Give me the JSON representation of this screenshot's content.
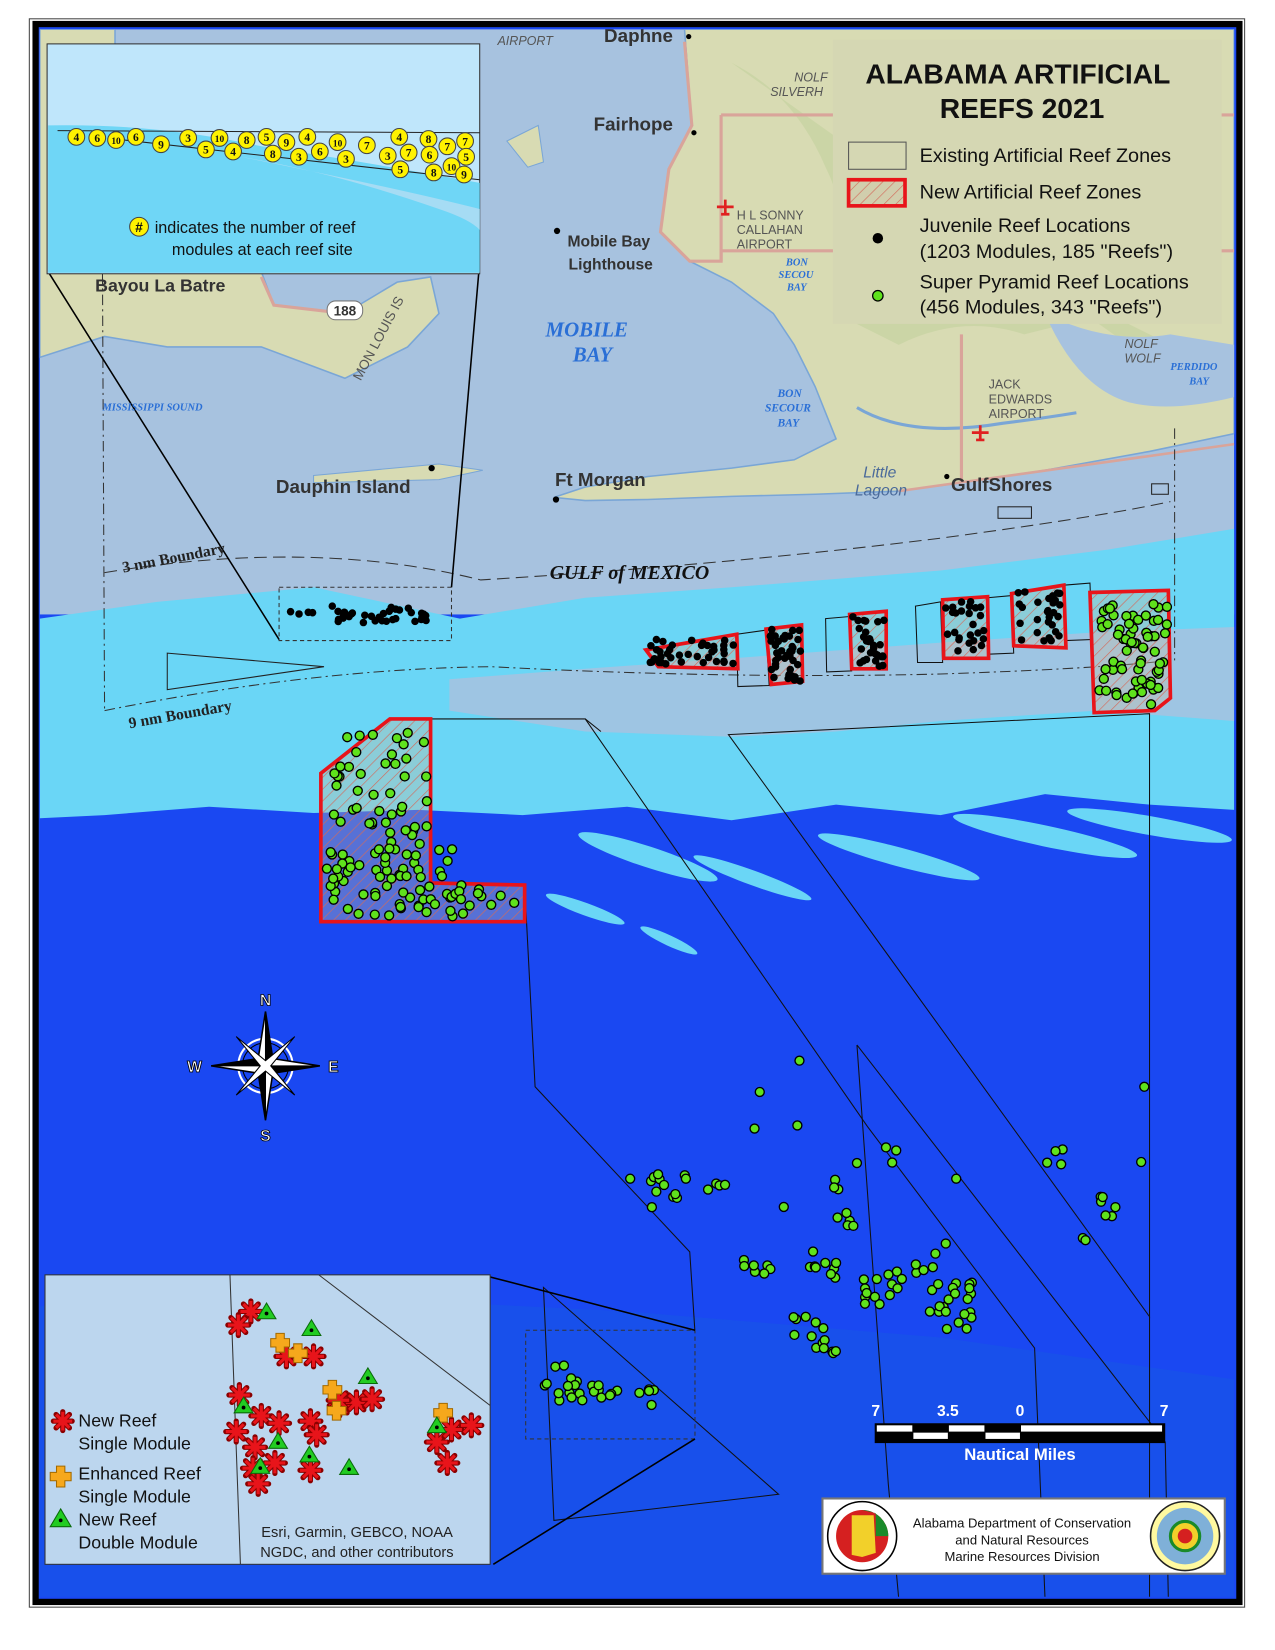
{
  "title": {
    "line1": "ALABAMA ARTIFICIAL",
    "line2": "REEFS 2021"
  },
  "legend": {
    "items": [
      {
        "label": "Existing Artificial Reef Zones",
        "symbol": "outline-box"
      },
      {
        "label": "New Artificial Reef Zones",
        "symbol": "red-hatched-box"
      },
      {
        "label": "Juvenile Reef Locations",
        "detail": "(1203 Modules, 185 \"Reefs\")",
        "symbol": "black-dot"
      },
      {
        "label": "Super Pyramid Reef Locations",
        "detail": "(456 Modules, 343 \"Reefs\")",
        "symbol": "green-dot"
      }
    ]
  },
  "top_inset": {
    "module_counts": [
      "4",
      "6",
      "10",
      "6",
      "9",
      "3",
      "5",
      "10",
      "4",
      "8",
      "5",
      "8",
      "9",
      "4",
      "3",
      "6",
      "10",
      "3",
      "7",
      "4",
      "3",
      "7",
      "5",
      "8",
      "6",
      "8",
      "7",
      "10",
      "7",
      "5",
      "9"
    ],
    "note_symbol": "#",
    "note_line1": "indicates the number of reef",
    "note_line2": "modules at each reef site"
  },
  "bottom_inset": {
    "legend": [
      {
        "line1": "New Reef",
        "line2": "Single Module",
        "symbol": "red-asterisk"
      },
      {
        "line1": "Enhanced Reef",
        "line2": "Single Module",
        "symbol": "orange-cross"
      },
      {
        "line1": "New Reef",
        "line2": "Double Module",
        "symbol": "green-triangle"
      }
    ],
    "credits_line1": "Esri, Garmin, GEBCO, NOAA",
    "credits_line2": "NGDC, and other contributors"
  },
  "map_labels": {
    "airport_top": "AIRPORT",
    "daphne": "Daphne",
    "nolf_silverhill_1": "NOLF",
    "nolf_silverhill_2": "SILVERH",
    "fairhope": "Fairhope",
    "callahan_1": "H L SONNY",
    "callahan_2": "CALLAHAN",
    "callahan_3": "AIRPORT",
    "bon_secour_top_1": "BON",
    "bon_secour_top_2": "SECOU",
    "bon_secour_top_3": "BAY",
    "lighthouse_1": "Mobile Bay",
    "lighthouse_2": "Lighthouse",
    "bayou": "Bayou La Batre",
    "route": "188",
    "mon_louis": "MON LOUIS IS",
    "mobile_bay_1": "MOBILE",
    "mobile_bay_2": "BAY",
    "mississippi_sound": "MISSISSIPPI SOUND",
    "bon_secour_1": "BON",
    "bon_secour_2": "SECOUR",
    "bon_secour_3": "BAY",
    "jack_edwards_1": "JACK",
    "jack_edwards_2": "EDWARDS",
    "jack_edwards_3": "AIRPORT",
    "nolf_wolf_1": "NOLF",
    "nolf_wolf_2": "WOLF",
    "perdido_1": "PERDIDO",
    "perdido_2": "BAY",
    "dauphin_island": "Dauphin Island",
    "ft_morgan": "Ft Morgan",
    "little_lagoon_1": "Little",
    "little_lagoon_2": "Lagoon",
    "gulf_shores": "GulfShores",
    "boundary_3nm": "3 nm Boundary",
    "boundary_9nm": "9 nm Boundary",
    "gulf": "GULF of MEXICO"
  },
  "compass": {
    "n": "N",
    "s": "S",
    "e": "E",
    "w": "W"
  },
  "scale_bar": {
    "labels": [
      "7",
      "3.5",
      "0",
      "7"
    ],
    "unit": "Nautical Miles"
  },
  "agency": {
    "line1": "Alabama Department of Conservation",
    "line2": "and Natural Resources",
    "line3": "Marine Resources Division",
    "seal_left": "ALABAMA GREAT SEAL",
    "seal_right": "MARINE RESOURCES DIVISION"
  },
  "colors": {
    "land": "#d8dbb3",
    "bay_water": "#a7c2df",
    "shelf": "#6ad6f6",
    "deep_water": "#1a48f2",
    "new_zone": "#e8141a",
    "super_pyramid": "#5fe21c",
    "juvenile": "#000000",
    "module_badge": "#fff200"
  }
}
